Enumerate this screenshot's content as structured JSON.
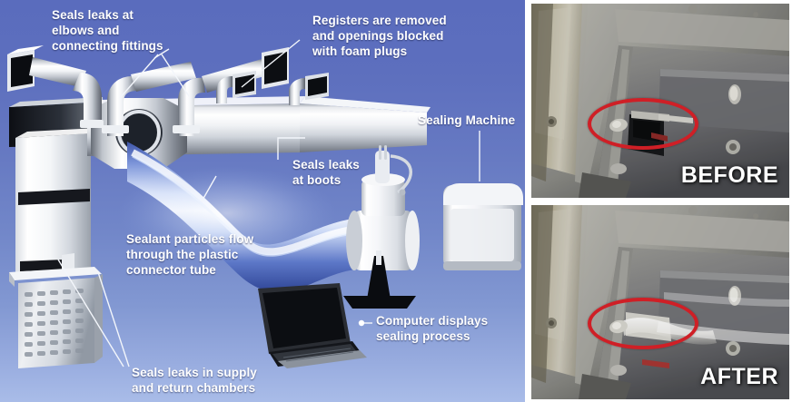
{
  "illustration": {
    "background_top_color": "#5a6cbd",
    "background_bottom_color": "#a9bce8",
    "callouts": [
      {
        "id": "elbows",
        "text": "Seals leaks at\nelbows and\nconnecting fittings"
      },
      {
        "id": "registers",
        "text": "Registers are removed\nand openings blocked\nwith foam plugs"
      },
      {
        "id": "machine",
        "text": "Sealing Machine"
      },
      {
        "id": "boots",
        "text": "Seals leaks\nat boots"
      },
      {
        "id": "sealant",
        "text": "Sealant particles flow\nthrough the plastic\nconnector tube"
      },
      {
        "id": "computer",
        "text": "Computer displays\nsealing process"
      },
      {
        "id": "chambers",
        "text": "Seals leaks in supply\nand return chambers"
      }
    ]
  },
  "photos": {
    "accent_color": "#cf1f26",
    "items": [
      {
        "id": "before",
        "caption": "BEFORE"
      },
      {
        "id": "after",
        "caption": "AFTER"
      }
    ]
  }
}
